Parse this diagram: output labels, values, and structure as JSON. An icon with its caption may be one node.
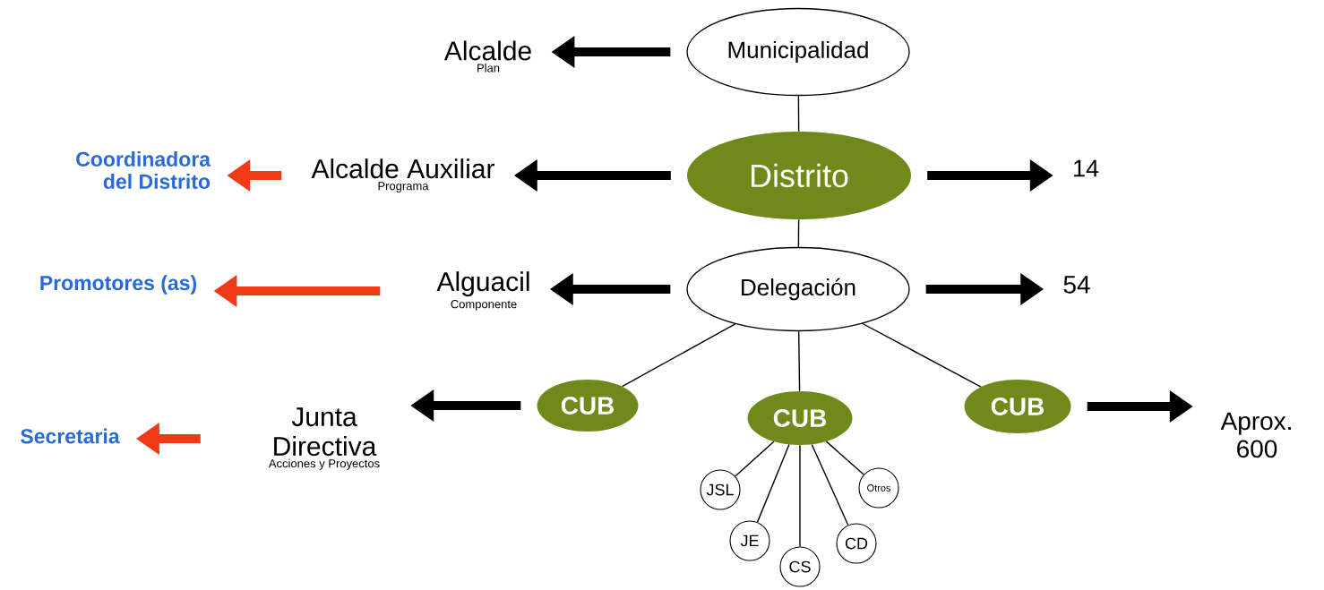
{
  "diagram": {
    "nodes": [
      {
        "text": [
          "Municipalidad"
        ]
      },
      {
        "text": [
          "Alcalde",
          "Plan"
        ]
      },
      {
        "text": [
          "Distrito"
        ]
      },
      {
        "text": [
          "Alcalde Auxiliar",
          "Programa"
        ]
      },
      {
        "text": [
          "Coordinadora del Distrito"
        ]
      },
      {
        "text": [
          "14"
        ]
      },
      {
        "text": [
          "Delegación"
        ]
      },
      {
        "text": [
          "Alguacil",
          "Componente"
        ]
      },
      {
        "text": [
          "Promotores (as)"
        ]
      },
      {
        "text": [
          "54"
        ]
      },
      {
        "text": [
          "CUB"
        ]
      },
      {
        "text": [
          "CUB"
        ]
      },
      {
        "text": [
          "CUB"
        ]
      },
      {
        "text": [
          "Junta Directiva",
          "Acciones y Proyectos"
        ]
      },
      {
        "text": [
          "Secretaria"
        ]
      },
      {
        "text": [
          "Aprox. 600"
        ]
      },
      {
        "text": [
          "JSL"
        ]
      },
      {
        "text": [
          "Otros"
        ]
      },
      {
        "text": [
          "JE"
        ]
      },
      {
        "text": [
          "CD"
        ]
      },
      {
        "text": [
          "CS"
        ]
      }
    ],
    "edges": [
      {
        "from": 0,
        "to": 1,
        "arrow": "to",
        "style": "thick"
      },
      {
        "from": 0,
        "to": 2,
        "arrow": "none"
      },
      {
        "from": 2,
        "to": 3,
        "arrow": "to",
        "style": "thick"
      },
      {
        "from": 3,
        "to": 4,
        "arrow": "to",
        "style": "thick",
        "color": "#f03a17"
      },
      {
        "from": 2,
        "to": 5,
        "arrow": "to",
        "style": "thick"
      },
      {
        "from": 2,
        "to": 6,
        "arrow": "none"
      },
      {
        "from": 6,
        "to": 7,
        "arrow": "to",
        "style": "thick"
      },
      {
        "from": 7,
        "to": 8,
        "arrow": "to",
        "style": "thick",
        "color": "#f03a17"
      },
      {
        "from": 6,
        "to": 9,
        "arrow": "to",
        "style": "thick"
      },
      {
        "from": 6,
        "to": 10,
        "arrow": "none"
      },
      {
        "from": 6,
        "to": 11,
        "arrow": "none"
      },
      {
        "from": 6,
        "to": 12,
        "arrow": "none"
      },
      {
        "from": 10,
        "to": 13,
        "arrow": "to",
        "style": "thick"
      },
      {
        "from": 13,
        "to": 14,
        "arrow": "to",
        "style": "thick",
        "color": "#f03a17"
      },
      {
        "from": 12,
        "to": 15,
        "arrow": "to",
        "style": "thick"
      },
      {
        "from": 11,
        "to": 16,
        "arrow": "none"
      },
      {
        "from": 11,
        "to": 17,
        "arrow": "none"
      },
      {
        "from": 11,
        "to": 18,
        "arrow": "none"
      },
      {
        "from": 11,
        "to": 19,
        "arrow": "none"
      },
      {
        "from": 11,
        "to": 20,
        "arrow": "none"
      }
    ]
  }
}
